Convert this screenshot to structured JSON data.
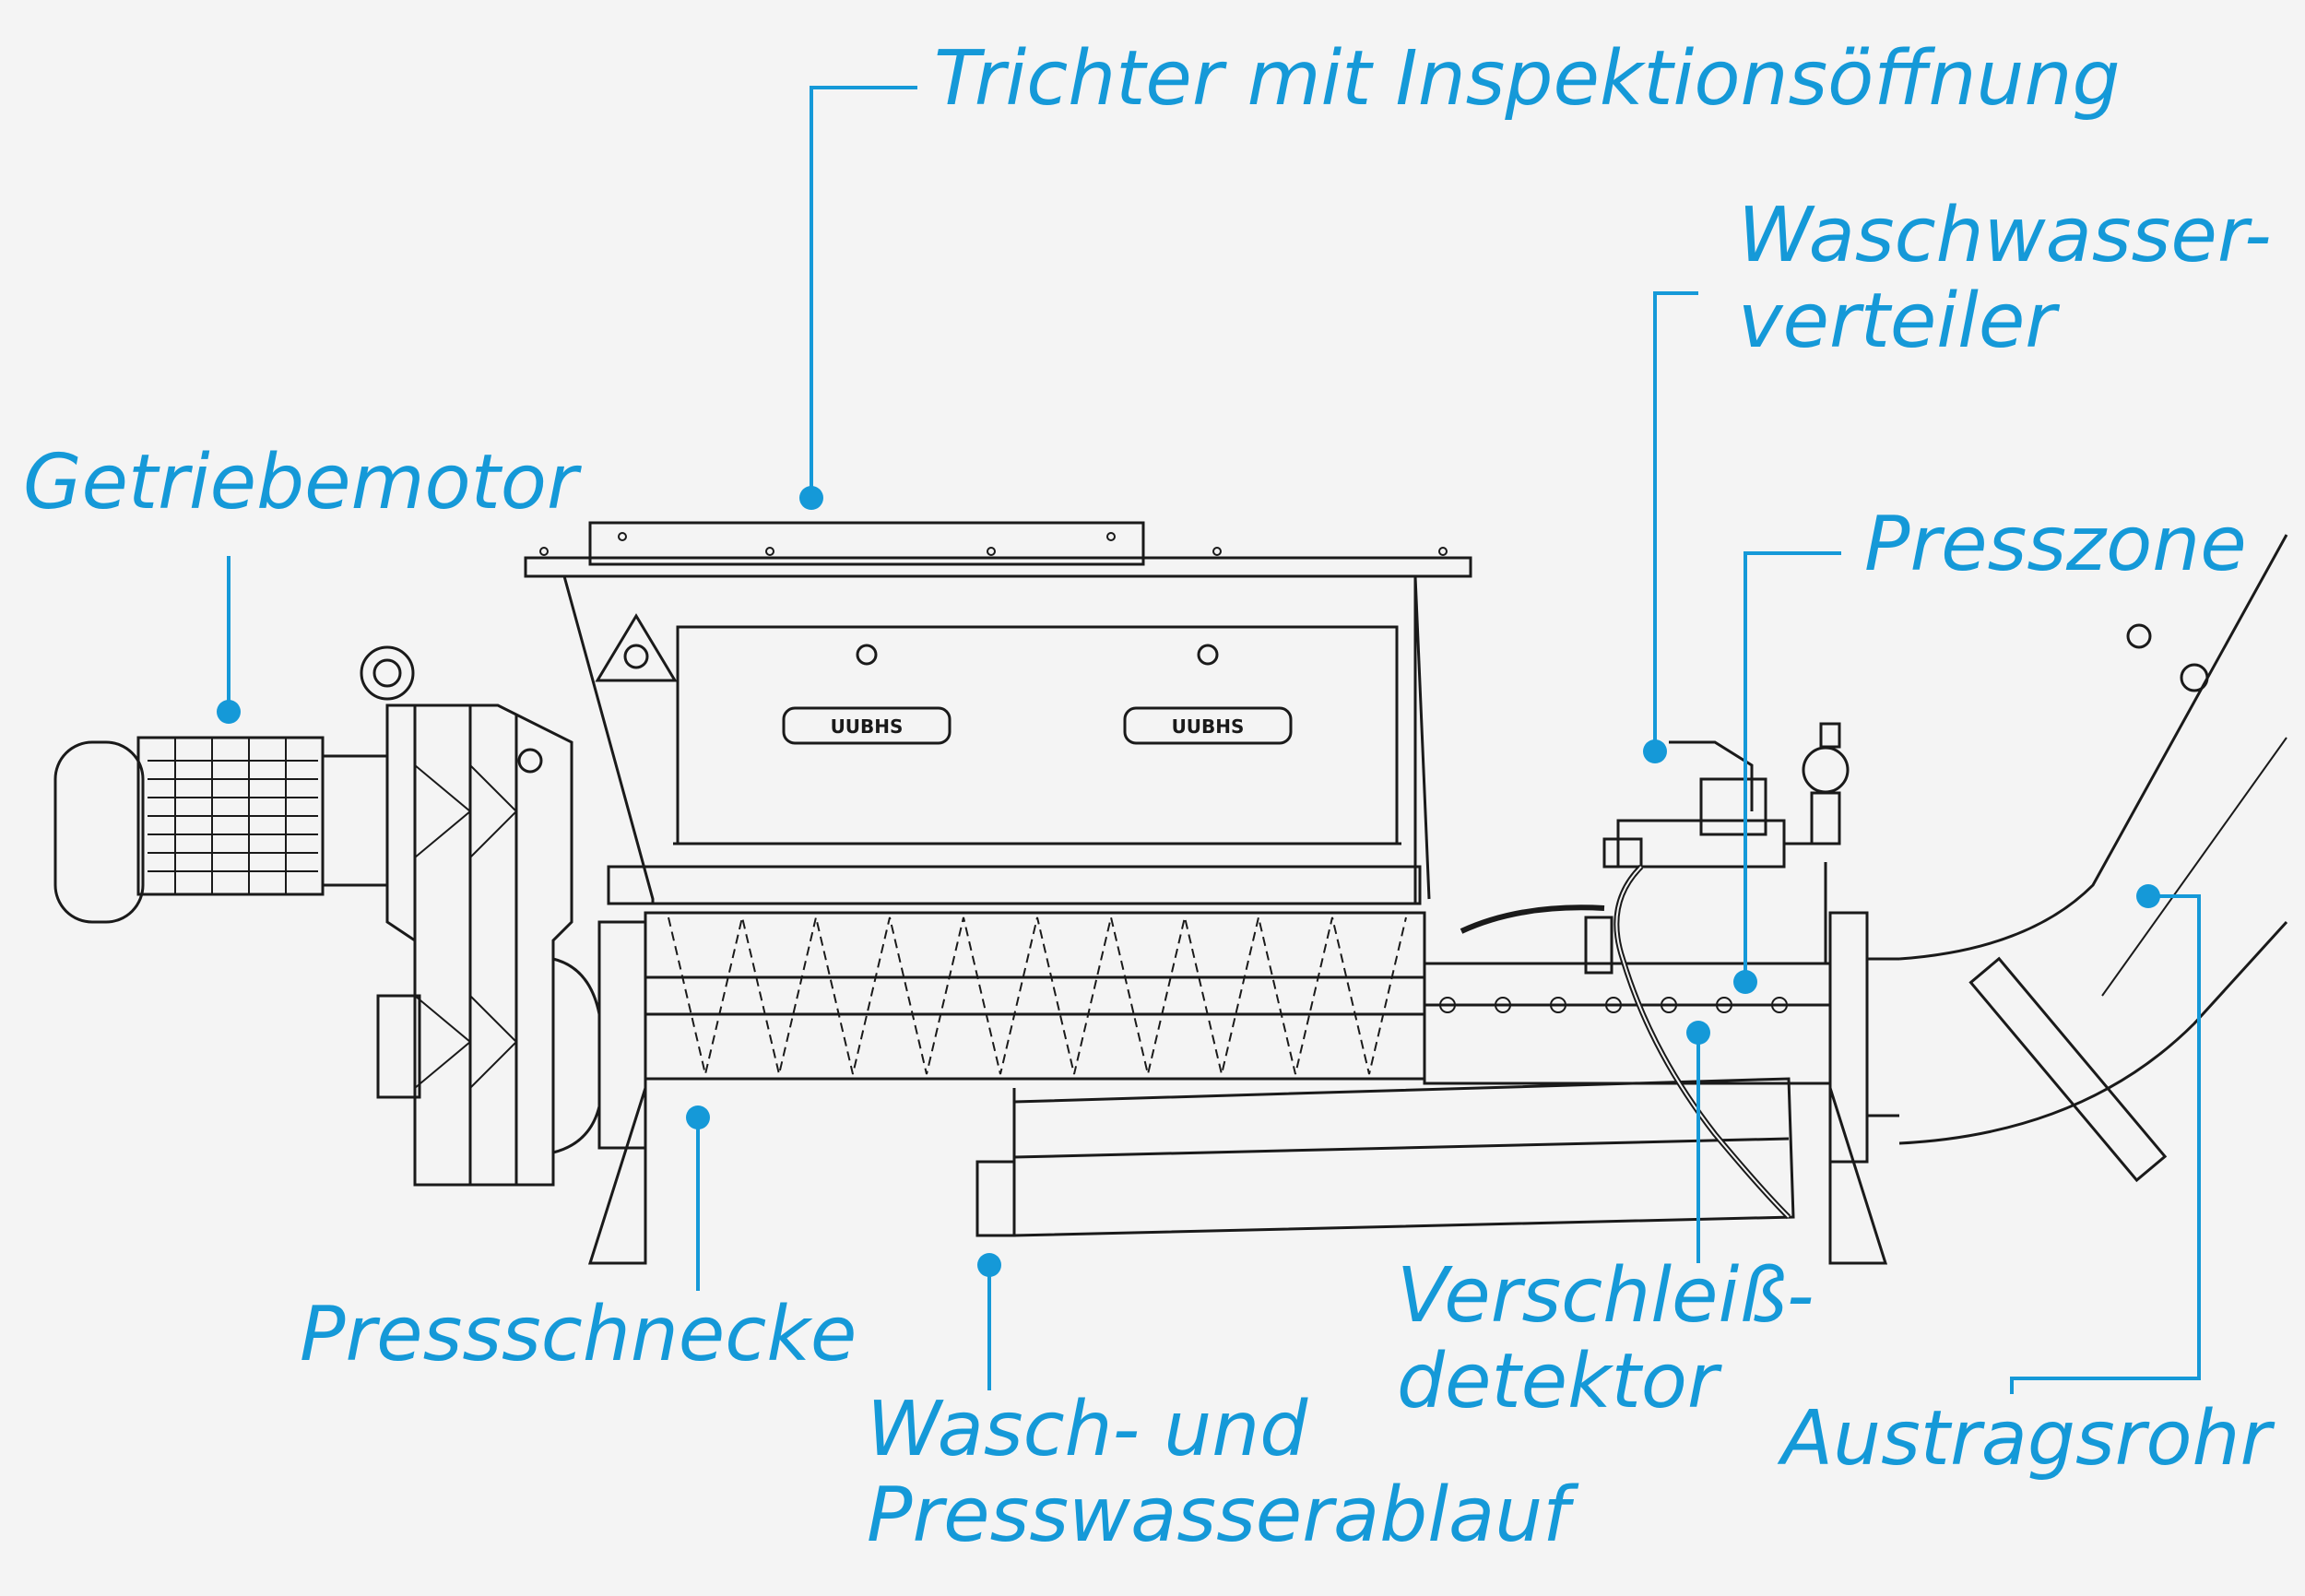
{
  "colors": {
    "accent": "#1599d8",
    "line": "#1a1a1a",
    "background": "#f4f4f4"
  },
  "labels": {
    "trichter": {
      "lines": [
        "Trichter mit Inspektionsöffnung"
      ]
    },
    "waschwasserverteiler": {
      "lines": [
        "Waschwasser-",
        "verteiler"
      ]
    },
    "getriebemotor": {
      "lines": [
        "Getriebemotor"
      ]
    },
    "presszone": {
      "lines": [
        "Presszone"
      ]
    },
    "pressschnecke": {
      "lines": [
        "Pressschnecke"
      ]
    },
    "verschleissdetektor": {
      "lines": [
        "Verschleiß-",
        "detektor"
      ]
    },
    "austragsrohr": {
      "lines": [
        "Austragsrohr"
      ]
    },
    "ablauf": {
      "lines": [
        "Wasch- und",
        "Presswasserablauf"
      ]
    }
  },
  "machine_text": {
    "left_handle": "UUBHS",
    "right_handle": "UUBHS"
  }
}
